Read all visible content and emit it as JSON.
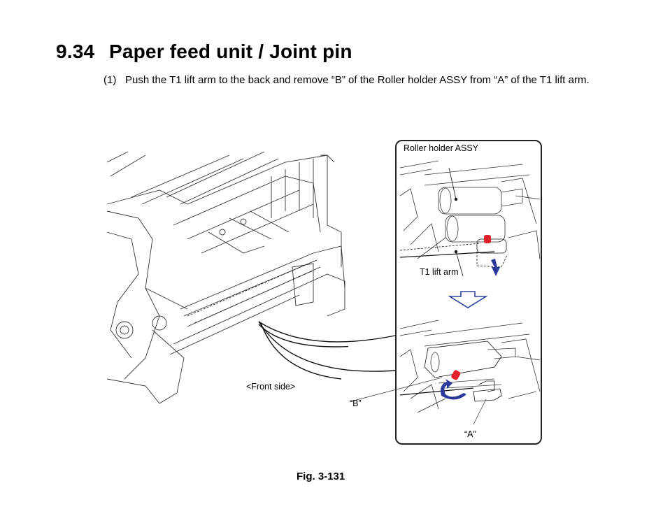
{
  "section": {
    "number": "9.34",
    "title": "Paper feed unit / Joint pin"
  },
  "step": {
    "index": "(1)",
    "text": "Push the T1 lift arm to the back and remove “B” of the Roller holder ASSY from “A” of the T1 lift arm."
  },
  "illustration": {
    "main_label": "<Front side>",
    "callout_labels": {
      "roller_holder": "Roller holder ASSY",
      "lift_arm": "T1 lift arm",
      "b": "“B”",
      "a": "“A”"
    },
    "colors": {
      "arrow_blue": "#2b3a9a",
      "pin_red": "#e0202a",
      "outline_arrow": "#3040a0"
    }
  },
  "figure": {
    "caption": "Fig. 3-131"
  }
}
